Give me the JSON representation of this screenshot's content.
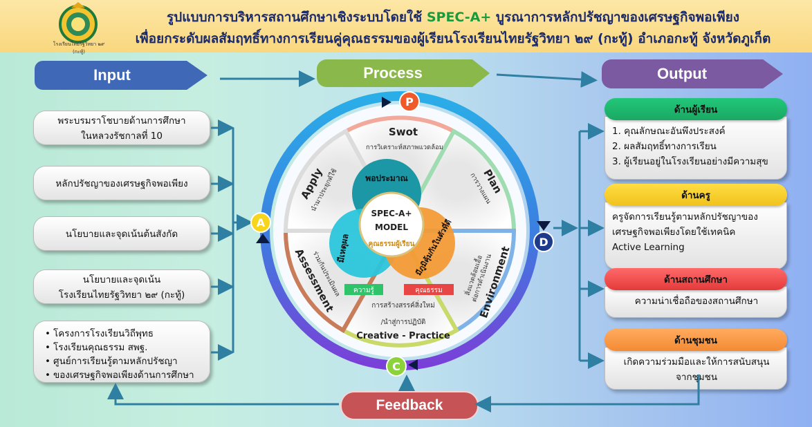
{
  "header": {
    "logo_caption": "โรงเรียนไทยรัฐวิทยา ๒๙ (กะทู้)",
    "title_line1_a": "รูปแบบการบริหารสถานศึกษาเชิงระบบโดยใช้ ",
    "title_line1_hl": "SPEC-A+",
    "title_line1_b": " บูรณาการหลักปรัชญาของเศรษฐกิจพอเพียง",
    "title_line2": "เพื่อยกระดับผลสัมฤทธิ์ทางการเรียนคู่คุณธรรมของผู้เรียนโรงเรียนไทยรัฐวิทยา ๒๙ (กะทู้) อำเภอกะทู้ จังหวัดภูเก็ต"
  },
  "banners": {
    "input": "Input",
    "process": "Process",
    "output": "Output",
    "feedback": "Feedback"
  },
  "inputs": {
    "box1": [
      "พระบรมราโชบายด้านการศึกษา",
      "ในหลวงรัชกาลที่ 10"
    ],
    "box2": "หลักปรัชญาของเศรษฐกิจพอเพียง",
    "box3": "นโยบายและจุดเน้นต้นสังกัด",
    "box4": [
      "นโยบายและจุดเน้น",
      "โรงเรียนไทยรัฐวิทยา ๒๙ (กะทู้)"
    ],
    "box5": [
      "โครงการโรงเรียนวิถีพุทธ",
      "โรงเรียนคุณธรรม สพฐ.",
      "ศูนย์การเรียนรู้ตามหลักปรัชญา",
      "ของเศรษฐกิจพอเพียงด้านการศึกษา"
    ]
  },
  "cycle": {
    "letters": {
      "p": "P",
      "d": "D",
      "c": "C",
      "a": "A"
    },
    "segments": {
      "swot": {
        "title": "Swot",
        "sub": "การวิเคราะห์สภาพแวดล้อม"
      },
      "plan": {
        "title": "Plan",
        "sub": "การวางแผน"
      },
      "environment": {
        "title": "Environment",
        "sub1": "สิ่งแวดล้อมเอื้อ",
        "sub2": "ต่อการดำเนินงาน"
      },
      "creative": {
        "title": "Creative - Practice",
        "sub1": "การสร้างสรรค์สิ่งใหม่",
        "sub2": "/นำสู่การปฏิบัติ"
      },
      "assessment": {
        "title": "Assessment",
        "sub": "ร่วมกันประเมินผล"
      },
      "apply": {
        "title": "Apply",
        "sub": "นำมาประยุกต์ใช้"
      }
    },
    "core": {
      "top": "พอประมาณ",
      "left": "มีเหตุผล",
      "right": "มีภูมิคุ้มกันในตัวที่ดี",
      "model1": "SPEC-A+",
      "model2": "MODEL",
      "model3": "คุณธรรมผู้เรียน",
      "tag_left": "ความรู้",
      "tag_right": "คุณธรรม"
    }
  },
  "outputs": {
    "student": {
      "head": "ด้านผู้เรียน",
      "items": [
        "1. คุณลักษณะอันพึงประสงค์",
        "2. ผลสัมฤทธิ์ทางการเรียน",
        "3. ผู้เรียนอยู่ในโรงเรียนอย่างมีความสุข"
      ]
    },
    "teacher": {
      "head": "ด้านครู",
      "items": [
        "ครูจัดการเรียนรู้ตามหลักปรัชญาของ",
        "เศรษฐกิจพอเพียงโดยใช้เทคนิค",
        "Active Learning"
      ]
    },
    "school": {
      "head": "ด้านสถานศึกษา",
      "items": [
        "ความน่าเชื่อถือของสถานศึกษา"
      ]
    },
    "community": {
      "head": "ด้านชุมชน",
      "items": [
        "เกิดความร่วมมือและให้การสนับสนุน",
        "จากชุมชน"
      ]
    }
  },
  "colors": {
    "arrow": "#2f7fa3",
    "ring_top": "#2aaee8",
    "ring_bottom": "#7a3fd8",
    "teal": "#1c97a6",
    "cyan": "#2bc6dc",
    "orange": "#f39a36"
  }
}
